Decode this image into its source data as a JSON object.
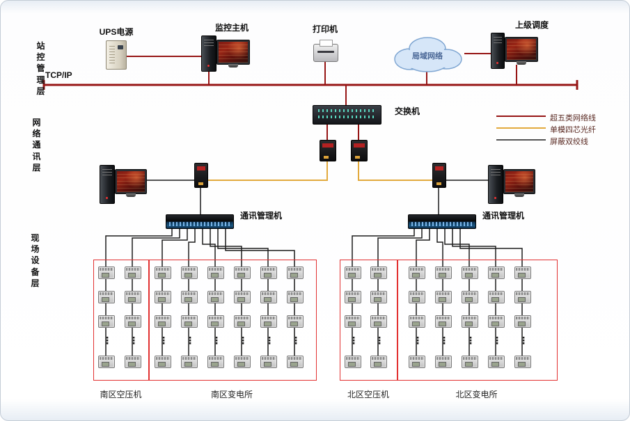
{
  "layers": [
    {
      "id": "station",
      "label": "站控管理层"
    },
    {
      "id": "network",
      "label": "网络通讯层"
    },
    {
      "id": "field",
      "label": "现场设备层"
    }
  ],
  "bus": {
    "label": "TCP/IP"
  },
  "nodes": {
    "ups": {
      "label": "UPS电源"
    },
    "host": {
      "label": "监控主机"
    },
    "printer": {
      "label": "打印机"
    },
    "cloud": {
      "label": "局域网络"
    },
    "dispatch": {
      "label": "上级调度"
    },
    "switch": {
      "label": "交换机"
    },
    "comm_left": {
      "label": "通讯管理机"
    },
    "comm_right": {
      "label": "通讯管理机"
    }
  },
  "legend": {
    "items": [
      {
        "label": "超五类网络线",
        "color": "#961515"
      },
      {
        "label": "单模四芯光纤",
        "color": "#e2a93c"
      },
      {
        "label": "屏蔽双绞线",
        "color": "#1c1c1c"
      }
    ]
  },
  "field_groups": [
    {
      "label": "南区空压机"
    },
    {
      "label": "南区变电所"
    },
    {
      "label": "北区空压机"
    },
    {
      "label": "北区变电所"
    }
  ],
  "misc": {
    "continuation_mark": "⋮"
  },
  "colors": {
    "cat5e": "#961515",
    "fiber": "#e2a93c",
    "stp": "#1c1c1c",
    "group_box": "#e23030"
  }
}
